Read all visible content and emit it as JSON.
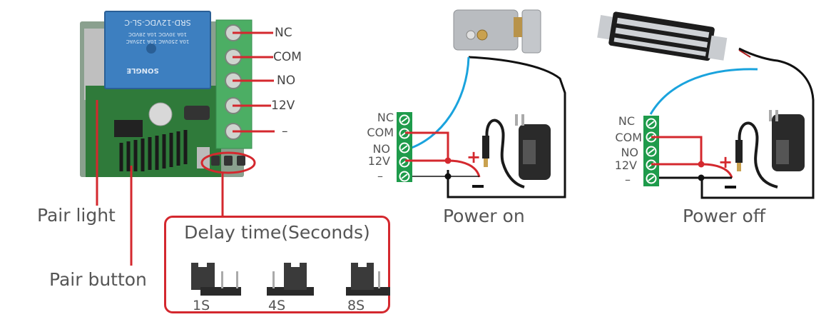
{
  "module": {
    "terminals": [
      "NC",
      "COM",
      "NO",
      "12V",
      "–"
    ],
    "relay_text": [
      "SRD-12VDC-SL-C",
      "10A 30VDC 10A 28VDC",
      "10A 250VAC 10A 125VAC",
      "SONGLE"
    ],
    "pair_light_label": "Pair light",
    "pair_button_label": "Pair button"
  },
  "delay": {
    "title": "Delay time(Seconds)",
    "options": [
      "1S",
      "4S",
      "8S"
    ]
  },
  "power_on": {
    "caption": "Power on",
    "terminals": [
      "NC",
      "COM",
      "NO",
      "12V",
      "–"
    ],
    "plus": "+",
    "minus": "–"
  },
  "power_off": {
    "caption": "Power off",
    "terminals": [
      "NC",
      "COM",
      "NO",
      "12V",
      "–"
    ],
    "plus": "+",
    "minus": "–"
  },
  "colors": {
    "red": "#d4282e",
    "green": "#1e9b4b",
    "blue": "#1aa3dd",
    "black": "#111111",
    "label": "#555555"
  }
}
